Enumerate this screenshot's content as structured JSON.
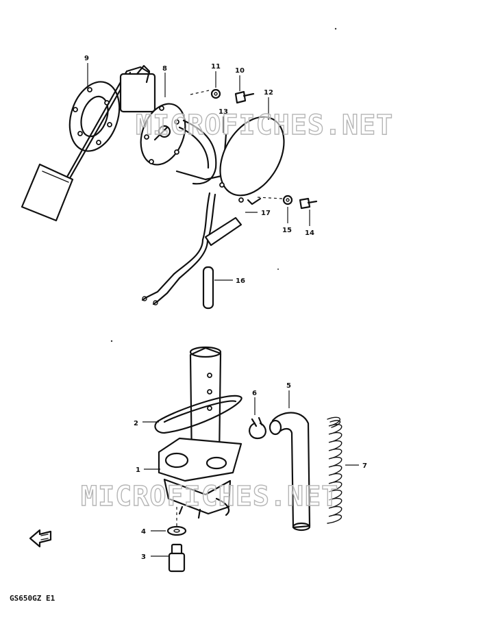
{
  "diagram": {
    "callouts": {
      "c1": "1",
      "c2": "2",
      "c3": "3",
      "c4": "4",
      "c5": "5",
      "c6": "6",
      "c7": "7",
      "c8": "8",
      "c9": "9",
      "c10": "10",
      "c11": "11",
      "c12": "12",
      "c13": "13",
      "c14": "14",
      "c15": "15",
      "c16": "16",
      "c17": "17"
    },
    "watermark": "MICROFICHES.NET",
    "diagram_code": "GS650GZ E1",
    "icons": {
      "direction": "front-arrow-icon"
    }
  }
}
